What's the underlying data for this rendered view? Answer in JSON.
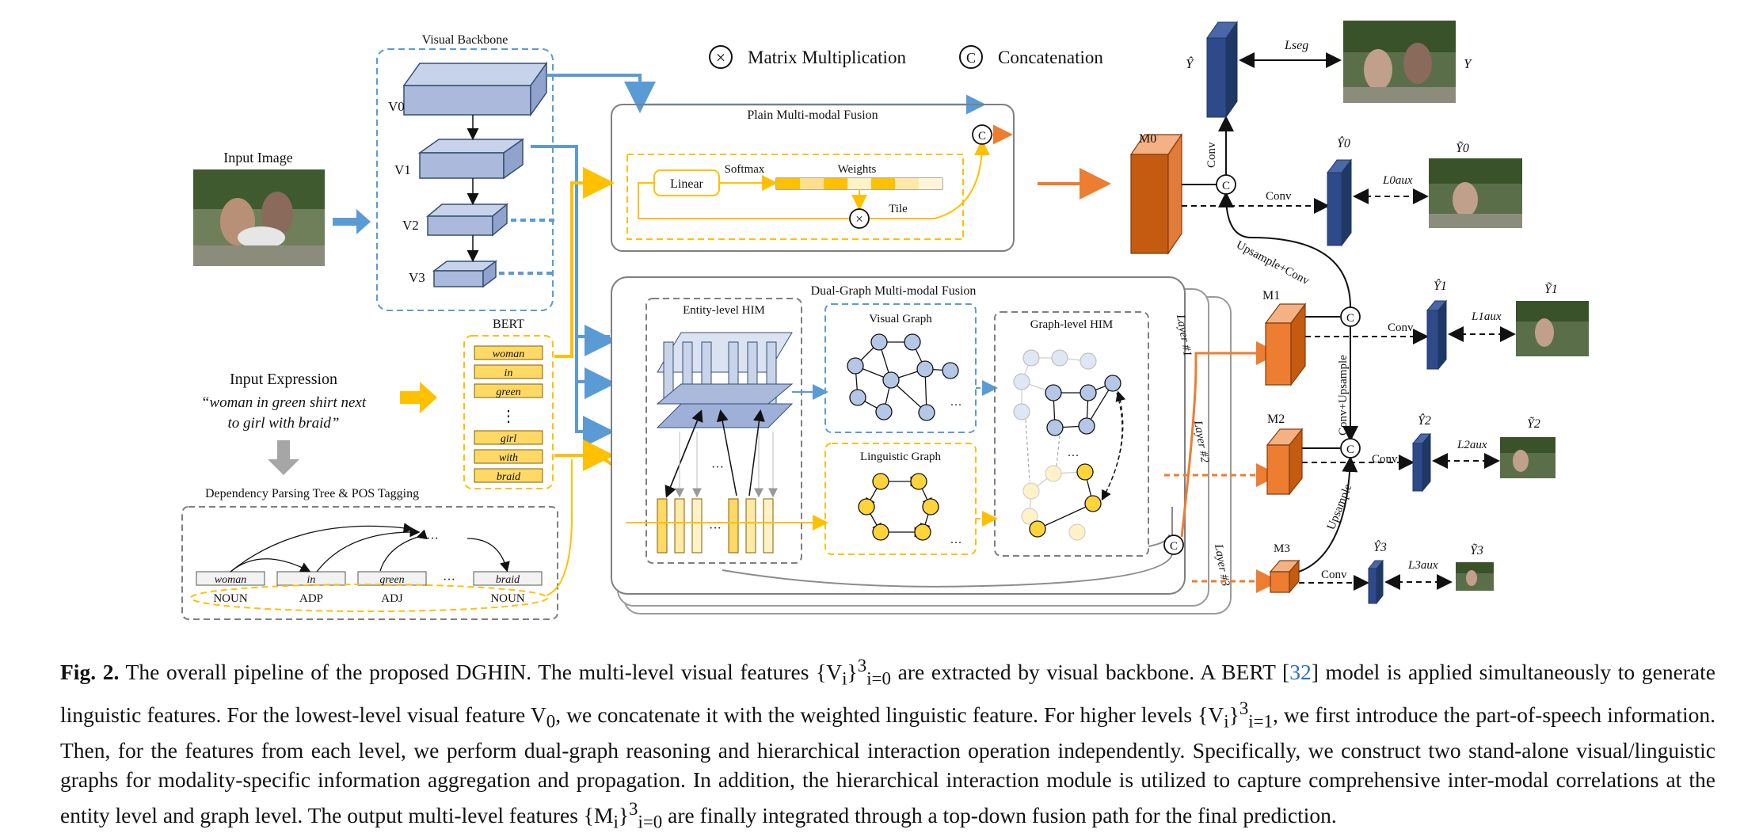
{
  "legend": {
    "matrix_mult": "Matrix Multiplication",
    "concat": "Concatenation",
    "x_symbol": "×",
    "c_symbol": "C"
  },
  "visual_backbone": {
    "title": "Visual Backbone",
    "levels": [
      "V0",
      "V1",
      "V2",
      "V3"
    ]
  },
  "input_image_label": "Input Image",
  "input_expression": {
    "title": "Input Expression",
    "line1": "“woman in green shirt next",
    "line2": "to girl with braid”"
  },
  "bert": {
    "title": "BERT",
    "tokens": [
      "woman",
      "in",
      "green",
      "girl",
      "with",
      "braid"
    ],
    "ellipsis": "⋮"
  },
  "dependency": {
    "title": "Dependency Parsing Tree & POS Tagging",
    "words": [
      "woman",
      "in",
      "green",
      "braid"
    ],
    "tags": [
      "NOUN",
      "ADP",
      "ADJ",
      "NOUN"
    ],
    "ellipsis": "···"
  },
  "plain_fusion": {
    "title": "Plain Multi-modal Fusion",
    "linear": "Linear",
    "softmax": "Softmax",
    "weights": "Weights",
    "tile": "Tile"
  },
  "dual_graph": {
    "title": "Dual-Graph Multi-modal Fusion",
    "entity_him": "Entity-level HIM",
    "visual_graph": "Visual Graph",
    "linguistic_graph": "Linguistic Graph",
    "graph_him": "Graph-level HIM",
    "layers": [
      "Layer #1",
      "Layer #2",
      "Layer #3"
    ],
    "ellipsis": "···"
  },
  "fusion_path": {
    "m_labels": [
      "M0",
      "M1",
      "M2",
      "M3"
    ],
    "y_hat": "Ŷ",
    "y_hat_i": [
      "Ŷ0",
      "Ŷ1",
      "Ŷ2",
      "Ŷ3"
    ],
    "y_tilde_i": [
      "Ỹ0",
      "Ỹ1",
      "Ỹ2",
      "Ỹ3"
    ],
    "l_seg": "Lseg",
    "l_aux": [
      "L0aux",
      "L1aux",
      "L2aux",
      "L3aux"
    ],
    "y_label": "Y",
    "conv": "Conv",
    "upsample_conv": "Upsample+Conv",
    "conv_upsample": "Conv+Upsample",
    "upsample": "Upsample"
  },
  "colors": {
    "blue": "#5b9bd5",
    "orange": "#ed7d31",
    "yellow": "#ffc000",
    "navy": "#2f4a8a",
    "gray": "#7f7f7f"
  },
  "caption": {
    "fig_label": "Fig. 2.",
    "part1": " The overall pipeline of the proposed DGHIN. The multi-level visual features {V",
    "part1b": "}",
    "part2": " are extracted by visual backbone. A BERT [",
    "cite": "32",
    "part3": "] model is applied simultaneously to generate linguistic features. For the lowest-level visual feature V",
    "part4": ", we concatenate it with the weighted linguistic feature. For higher levels {V",
    "part4b": "}",
    "part5": ", we first introduce the part-of-speech information. Then, for the features from each level, we perform dual-graph reasoning and hierarchical interaction operation independently. Specifically, we construct two stand-alone visual/linguistic graphs for modality-specific information aggregation and propagation. In addition, the hierarchical interaction module is utilized to capture comprehensive inter-modal correlations at the entity level and graph level. The output multi-level features {M",
    "part5b": "}",
    "part6": " are finally integrated through a top-down fusion path for the final prediction."
  }
}
